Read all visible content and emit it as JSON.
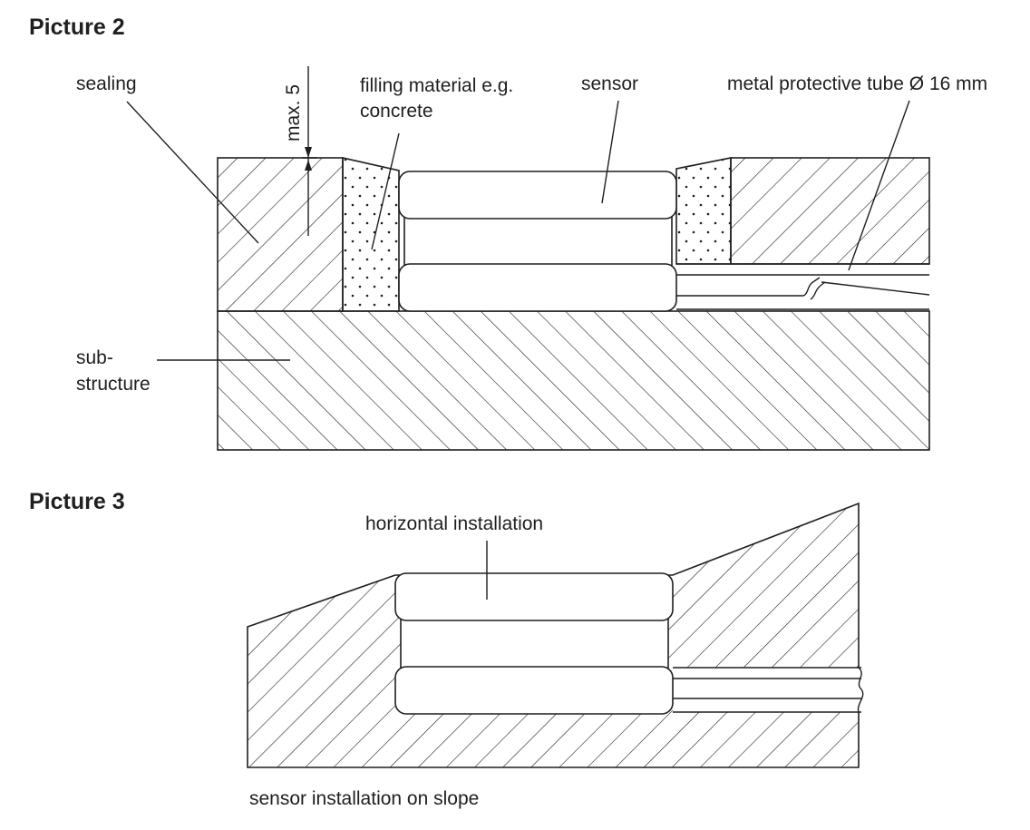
{
  "picture2": {
    "heading": "Picture 2",
    "labels": {
      "sealing": "sealing",
      "max": "max. 5",
      "filling_line1": "filling material e.g.",
      "filling_line2": "concrete",
      "sensor": "sensor",
      "tube": "metal protective tube Ø 16 mm",
      "sub_line1": "sub-",
      "sub_line2": "structure"
    }
  },
  "picture3": {
    "heading": "Picture 3",
    "labels": {
      "horizontal": "horizontal installation",
      "caption": "sensor installation on slope"
    }
  }
}
